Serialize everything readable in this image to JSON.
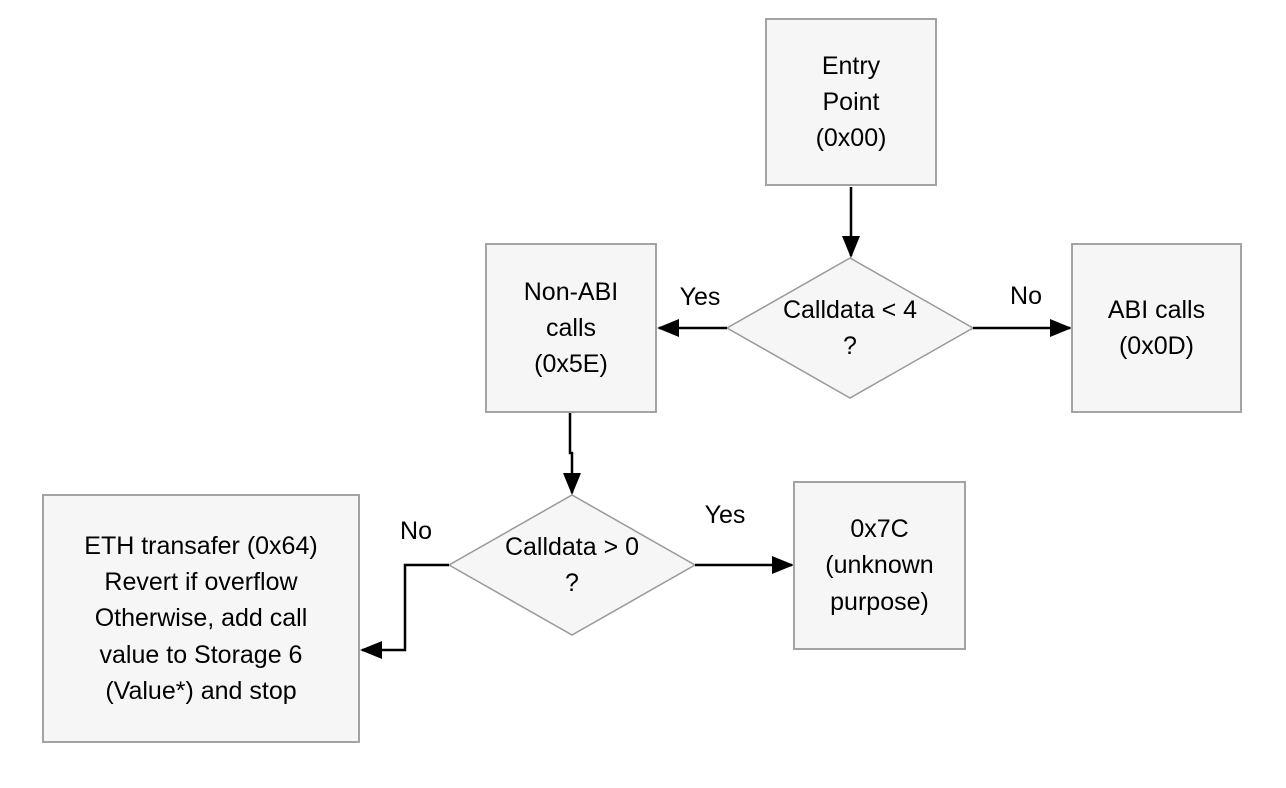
{
  "diagram": {
    "background_color": "#ffffff",
    "node_fill_color": "#f6f6f6",
    "node_border_color": "#a3a3a3",
    "arrow_color": "#000000",
    "nodes": {
      "entry_point": {
        "label": "Entry\nPoint\n(0x00)"
      },
      "decision_calldata_lt_4": {
        "label": "Calldata < 4\n?"
      },
      "non_abi_calls": {
        "label": "Non-ABI\ncalls\n(0x5E)"
      },
      "abi_calls": {
        "label": "ABI calls\n(0x0D)"
      },
      "decision_calldata_gt_0": {
        "label": "Calldata > 0\n?"
      },
      "unknown_0x7c": {
        "label": "0x7C\n(unknown\npurpose)"
      },
      "eth_transfer": {
        "label": "ETH transafer (0x64)\nRevert if overflow\nOtherwise, add call\nvalue to Storage 6\n(Value*) and stop"
      }
    },
    "edges": {
      "lt4_yes": {
        "label": "Yes"
      },
      "lt4_no": {
        "label": "No"
      },
      "gt0_yes": {
        "label": "Yes"
      },
      "gt0_no": {
        "label": "No"
      }
    }
  }
}
